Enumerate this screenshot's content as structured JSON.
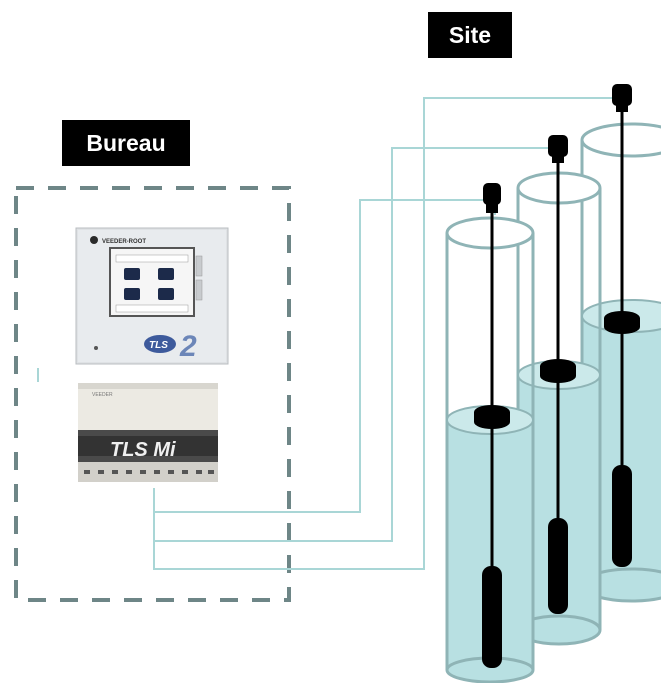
{
  "labels": {
    "site": "Site",
    "bureau": "Bureau"
  },
  "devices": {
    "console_brand": "VEEDER-ROOT",
    "console_model": "TLS 2",
    "console_logo_a": "TLS",
    "console_logo_b": "2",
    "gauge_model": "TLS Mi"
  },
  "colors": {
    "cable": "#a9d6d6",
    "tank_fill": "#b8e0e2",
    "tank_outline": "#8fb4b6",
    "bureau_border": "#6e8687",
    "probe": "#000000"
  },
  "icons": [
    "dashed-bureau-border-icon",
    "tls2-console-icon",
    "tls-mi-unit-icon",
    "tank-icon",
    "probe-icon",
    "float-icon"
  ]
}
